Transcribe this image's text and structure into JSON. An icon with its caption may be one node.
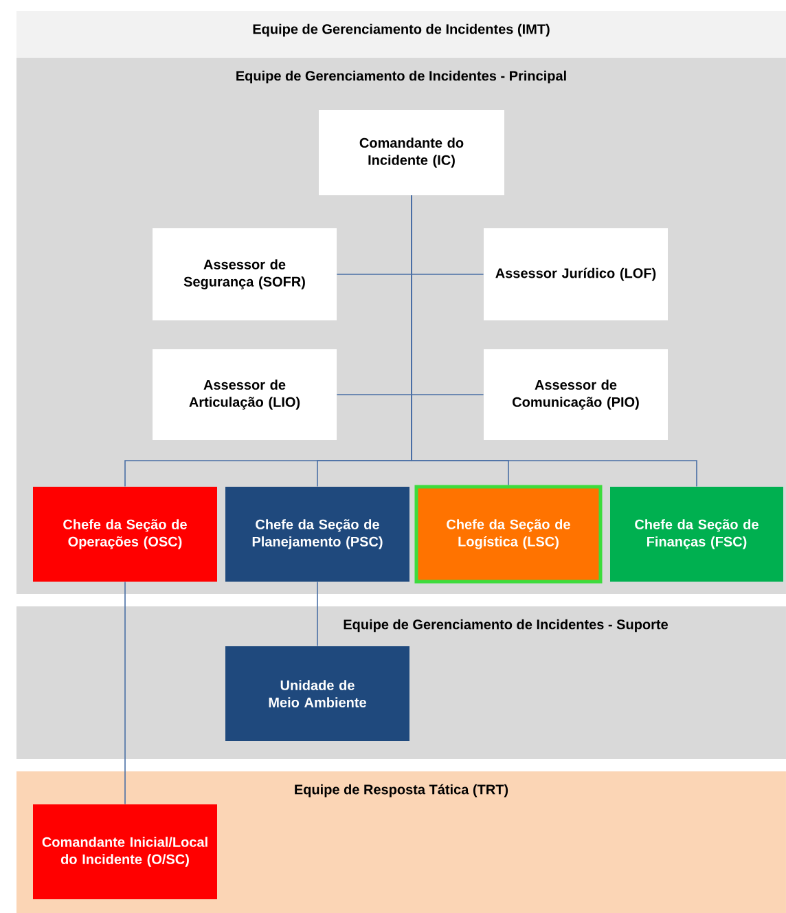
{
  "diagram": {
    "title": "Equipe de Gerenciamento de Incidentes (IMT)",
    "nodes": [
      {
        "text": [
          "Equipe de Gerenciamento de Incidentes - Principal"
        ]
      },
      {
        "text": [
          "Comandante do Incidente (IC)"
        ],
        "in": 0
      },
      {
        "text": [
          "Assessor de Segurança (SOFR)"
        ],
        "in": 0
      },
      {
        "text": [
          "Assessor Jurídico (LOF)"
        ],
        "in": 0
      },
      {
        "text": [
          "Assessor de Articulação (LIO)"
        ],
        "in": 0
      },
      {
        "text": [
          "Assessor de Comunicação (PIO)"
        ],
        "in": 0
      },
      {
        "text": [
          "Chefe da Seção de Operações (OSC)"
        ],
        "in": 0
      },
      {
        "text": [
          "Chefe da Seção de Planejamento (PSC)"
        ],
        "in": 0
      },
      {
        "text": [
          "Chefe da Seção de Logística (LSC)"
        ],
        "in": 0
      },
      {
        "text": [
          "Chefe da Seção de Finanças (FSC)"
        ],
        "in": 0
      },
      {
        "text": [
          "Equipe de Gerenciamento de Incidentes - Suporte"
        ]
      },
      {
        "text": [
          "Unidade de Meio Ambiente"
        ],
        "in": 10
      },
      {
        "text": [
          "Equipe de Resposta Tática (TRT)"
        ]
      },
      {
        "text": [
          "Comandante Inicial/Local do Incidente (O/SC)"
        ],
        "in": 12
      }
    ],
    "edges": [
      {
        "from": 1,
        "to": 2,
        "arrow": "none"
      },
      {
        "from": 1,
        "to": 3,
        "arrow": "none"
      },
      {
        "from": 1,
        "to": 4,
        "arrow": "none"
      },
      {
        "from": 1,
        "to": 5,
        "arrow": "none"
      },
      {
        "from": 1,
        "to": 6,
        "arrow": "none"
      },
      {
        "from": 1,
        "to": 7,
        "arrow": "none"
      },
      {
        "from": 1,
        "to": 8,
        "arrow": "none"
      },
      {
        "from": 1,
        "to": 9,
        "arrow": "none"
      },
      {
        "from": 7,
        "to": 11,
        "arrow": "none"
      },
      {
        "from": 6,
        "to": 13,
        "arrow": "none"
      }
    ]
  }
}
